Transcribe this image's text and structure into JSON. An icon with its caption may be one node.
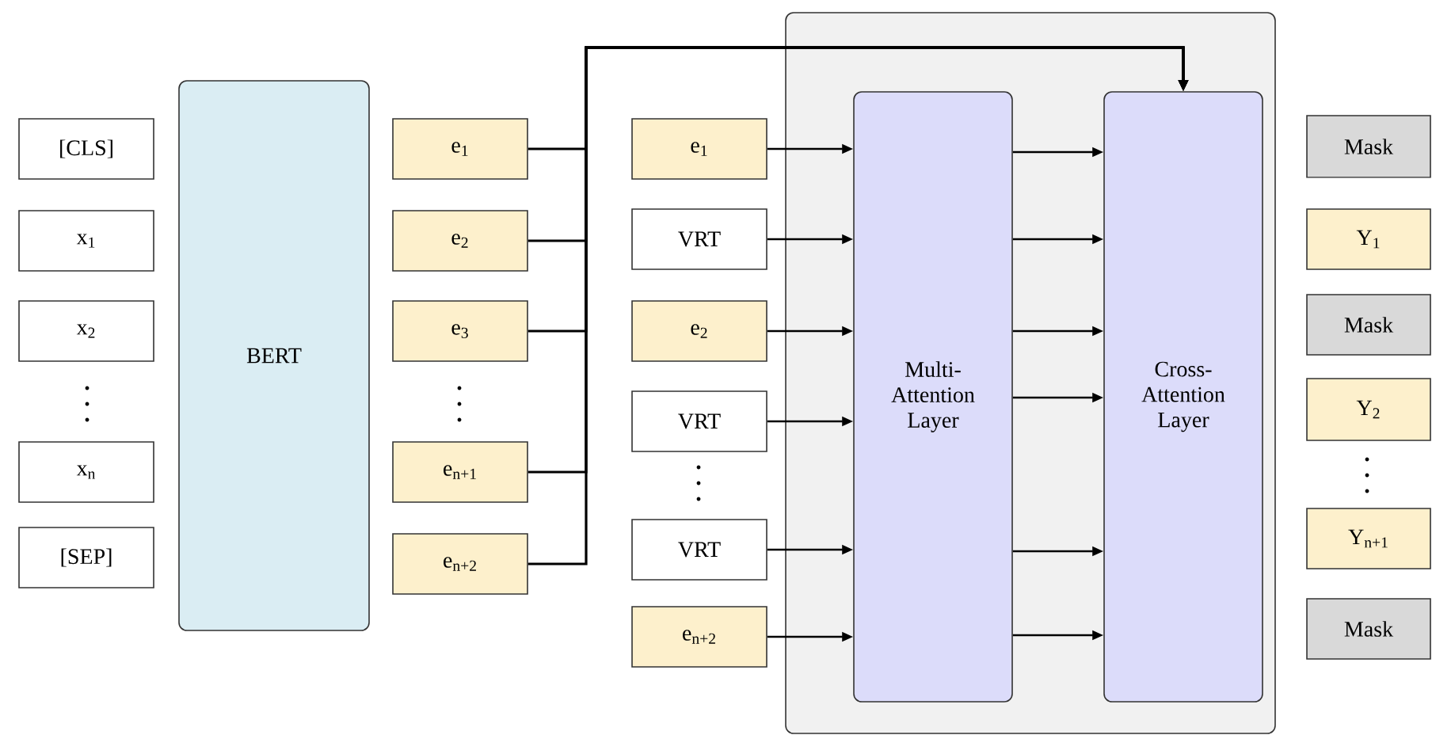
{
  "diagram": {
    "nodes": [
      {
        "text": [
          "[CLS]"
        ]
      },
      {
        "text": [
          "x$_{1}$"
        ]
      },
      {
        "text": [
          "x$_{2}$"
        ]
      },
      {
        "text": [
          "x$_{n}$"
        ]
      },
      {
        "text": [
          "[SEP]"
        ]
      },
      {
        "text": [
          "BERT"
        ]
      },
      {
        "text": [
          "e$_{1}$"
        ]
      },
      {
        "text": [
          "e$_{2}$"
        ]
      },
      {
        "text": [
          "e$_{3}$"
        ]
      },
      {
        "text": [
          "e$_{n+1}$"
        ]
      },
      {
        "text": [
          "e$_{n+2}$"
        ]
      },
      {
        "text": [],
        "shape": "box"
      },
      {
        "text": [
          "e$_{1}$"
        ]
      },
      {
        "text": [
          "VRT"
        ]
      },
      {
        "text": [
          "e$_{2}$"
        ]
      },
      {
        "text": [
          "VRT"
        ]
      },
      {
        "text": [
          "VRT"
        ]
      },
      {
        "text": [
          "e$_{n+2}$"
        ]
      },
      {
        "text": [
          "Multi- Attention Layer"
        ],
        "in": 11
      },
      {
        "text": [
          "Cross- Attention Layer"
        ],
        "in": 11
      },
      {
        "text": [
          "Mask"
        ]
      },
      {
        "text": [
          "Y$_{1}$"
        ]
      },
      {
        "text": [
          "Mask"
        ]
      },
      {
        "text": [
          "Y$_{2}$"
        ]
      },
      {
        "text": [
          "Y$_{n+1}$"
        ]
      },
      {
        "text": [
          "Mask"
        ]
      }
    ],
    "edges": [
      {
        "from": 6,
        "to": 19,
        "arrow": "to"
      },
      {
        "from": 7,
        "to": 19,
        "arrow": "to"
      },
      {
        "from": 8,
        "to": 19,
        "arrow": "to"
      },
      {
        "from": 9,
        "to": 19,
        "arrow": "to"
      },
      {
        "from": 10,
        "to": 19,
        "arrow": "to"
      },
      {
        "from": 12,
        "to": 18,
        "arrow": "to"
      },
      {
        "from": 13,
        "to": 18,
        "arrow": "to"
      },
      {
        "from": 14,
        "to": 18,
        "arrow": "to"
      },
      {
        "from": 15,
        "to": 18,
        "arrow": "to"
      },
      {
        "from": 16,
        "to": 18,
        "arrow": "to"
      },
      {
        "from": 17,
        "to": 18,
        "arrow": "to"
      },
      {
        "from": 18,
        "to": 19,
        "arrow": "to"
      },
      {
        "from": 18,
        "to": 19,
        "arrow": "to"
      },
      {
        "from": 18,
        "to": 19,
        "arrow": "to"
      },
      {
        "from": 18,
        "to": 19,
        "arrow": "to"
      },
      {
        "from": 18,
        "to": 19,
        "arrow": "to"
      },
      {
        "from": 18,
        "to": 19,
        "arrow": "to"
      }
    ]
  }
}
